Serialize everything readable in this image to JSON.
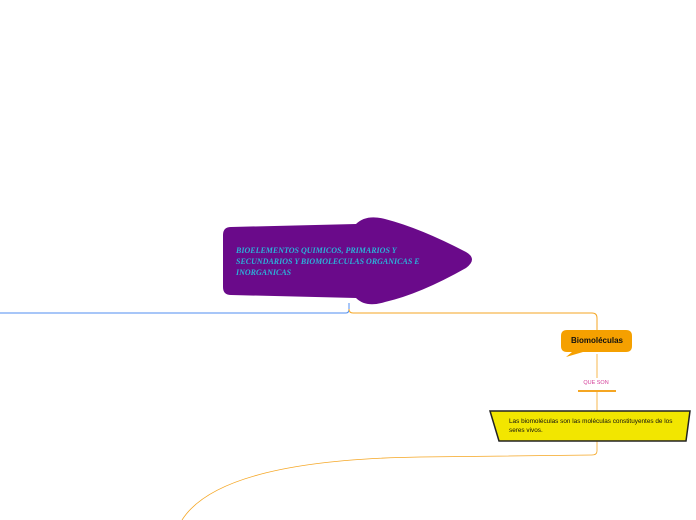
{
  "central_topic": {
    "text": "BIOELEMENTOS QUIMICOS, PRIMARIOS Y SECUNDARIOS Y BIOMOLECULAS ORGANICAS E INORGANICAS",
    "fill": "#6a0a8a",
    "text_color": "#2bb1d8"
  },
  "topic": {
    "text": "Biomoléculas",
    "fill": "#f5a000"
  },
  "relation_label": {
    "text": "QUE SON"
  },
  "detail": {
    "text": "Las biomoléculas son las moléculas constituyentes de los seres vivos.",
    "fill": "#f2e600",
    "border": "#222222"
  },
  "colors": {
    "left_branch": "#4f8ef0",
    "right_branch": "#f5a623"
  }
}
